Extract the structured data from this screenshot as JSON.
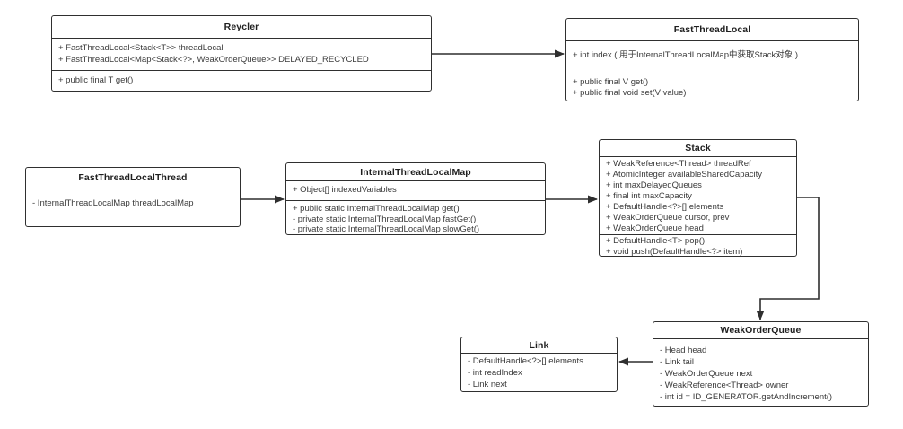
{
  "diagram": {
    "background_color": "#ffffff",
    "line_color": "#2f2f2f",
    "text_color": "#3a3a3a",
    "title_color": "#1f1f1f"
  },
  "classes": {
    "reycler": {
      "title": "Reycler",
      "fields": [
        "+ FastThreadLocal<Stack<T>> threadLocal",
        "+ FastThreadLocal<Map<Stack<?>, WeakOrderQueue>> DELAYED_RECYCLED"
      ],
      "methods": [
        "+ public final T get()"
      ]
    },
    "fastthreadlocal": {
      "title": "FastThreadLocal",
      "fields": [
        "+ int index ( 用于InternalThreadLocalMap中获取Stack对象 )"
      ],
      "methods": [
        "+ public final V get()",
        "+ public final void set(V value)"
      ]
    },
    "fastthreadlocalthread": {
      "title": "FastThreadLocalThread",
      "fields": [
        "- InternalThreadLocalMap threadLocalMap"
      ],
      "methods": []
    },
    "internalthreadlocalmap": {
      "title": "InternalThreadLocalMap",
      "fields": [
        "+ Object[] indexedVariables"
      ],
      "methods": [
        "+ public static InternalThreadLocalMap get()",
        "-  private static InternalThreadLocalMap fastGet()",
        "-  private static InternalThreadLocalMap slowGet()"
      ]
    },
    "stack": {
      "title": "Stack",
      "fields": [
        "+ WeakReference<Thread> threadRef",
        "+ AtomicInteger availableSharedCapacity",
        "+ int maxDelayedQueues",
        "+ final int maxCapacity",
        "+ DefaultHandle<?>[] elements",
        "+ WeakOrderQueue cursor, prev",
        "+ WeakOrderQueue head"
      ],
      "methods": [
        "+ DefaultHandle<T> pop()",
        "+ void push(DefaultHandle<?> item)"
      ]
    },
    "weakorderqueue": {
      "title": "WeakOrderQueue",
      "fields": [
        "- Head head",
        "- Link tail",
        "- WeakOrderQueue next",
        "- WeakReference<Thread> owner",
        "- int id = ID_GENERATOR.getAndIncrement()"
      ],
      "methods": []
    },
    "link": {
      "title": "Link",
      "fields": [
        "- DefaultHandle<?>[] elements",
        "- int readIndex",
        "- Link next"
      ],
      "methods": []
    }
  },
  "connectors": [
    {
      "from": "Reycler",
      "to": "FastThreadLocal",
      "arrow": "filled-triangle",
      "route": "straight-horizontal"
    },
    {
      "from": "FastThreadLocalThread",
      "to": "InternalThreadLocalMap",
      "arrow": "filled-triangle",
      "route": "straight-horizontal"
    },
    {
      "from": "InternalThreadLocalMap",
      "to": "Stack",
      "arrow": "filled-triangle",
      "route": "straight-horizontal"
    },
    {
      "from": "Stack",
      "to": "WeakOrderQueue",
      "arrow": "filled-triangle",
      "route": "orthogonal-right-down"
    },
    {
      "from": "WeakOrderQueue",
      "to": "Link",
      "arrow": "filled-triangle",
      "route": "straight-horizontal"
    }
  ]
}
